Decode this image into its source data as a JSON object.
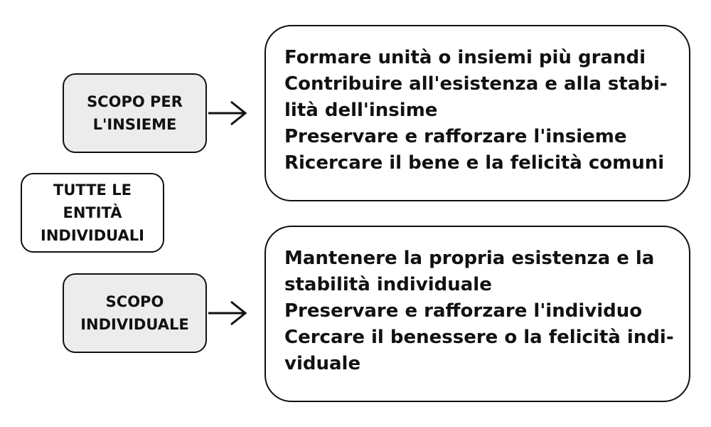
{
  "left_boxes": {
    "scopo_insieme": [
      "SCOPO PER",
      "L'INSIEME"
    ],
    "entita": [
      "TUTTE LE",
      "ENTITÀ",
      "INDIVIDUALI"
    ],
    "scopo_individuale": [
      "SCOPO",
      "INDIVIDUALE"
    ]
  },
  "panels": {
    "insieme": [
      "Formare unità o insiemi più grandi",
      "Contribuire all'esistenza e alla stabi-",
      "lità dell'insime",
      "Preservare e rafforzare l'insieme",
      "Ricercare il bene e la felicità comuni"
    ],
    "individuale": [
      "Mantenere la propria esistenza e la",
      "stabilità individuale",
      "Preservare e rafforzare l'individuo",
      "Cercare il benessere o la felicità indi-",
      "viduale"
    ]
  },
  "colors": {
    "grey_box_fill": "#ececec",
    "stroke": "#111111"
  }
}
